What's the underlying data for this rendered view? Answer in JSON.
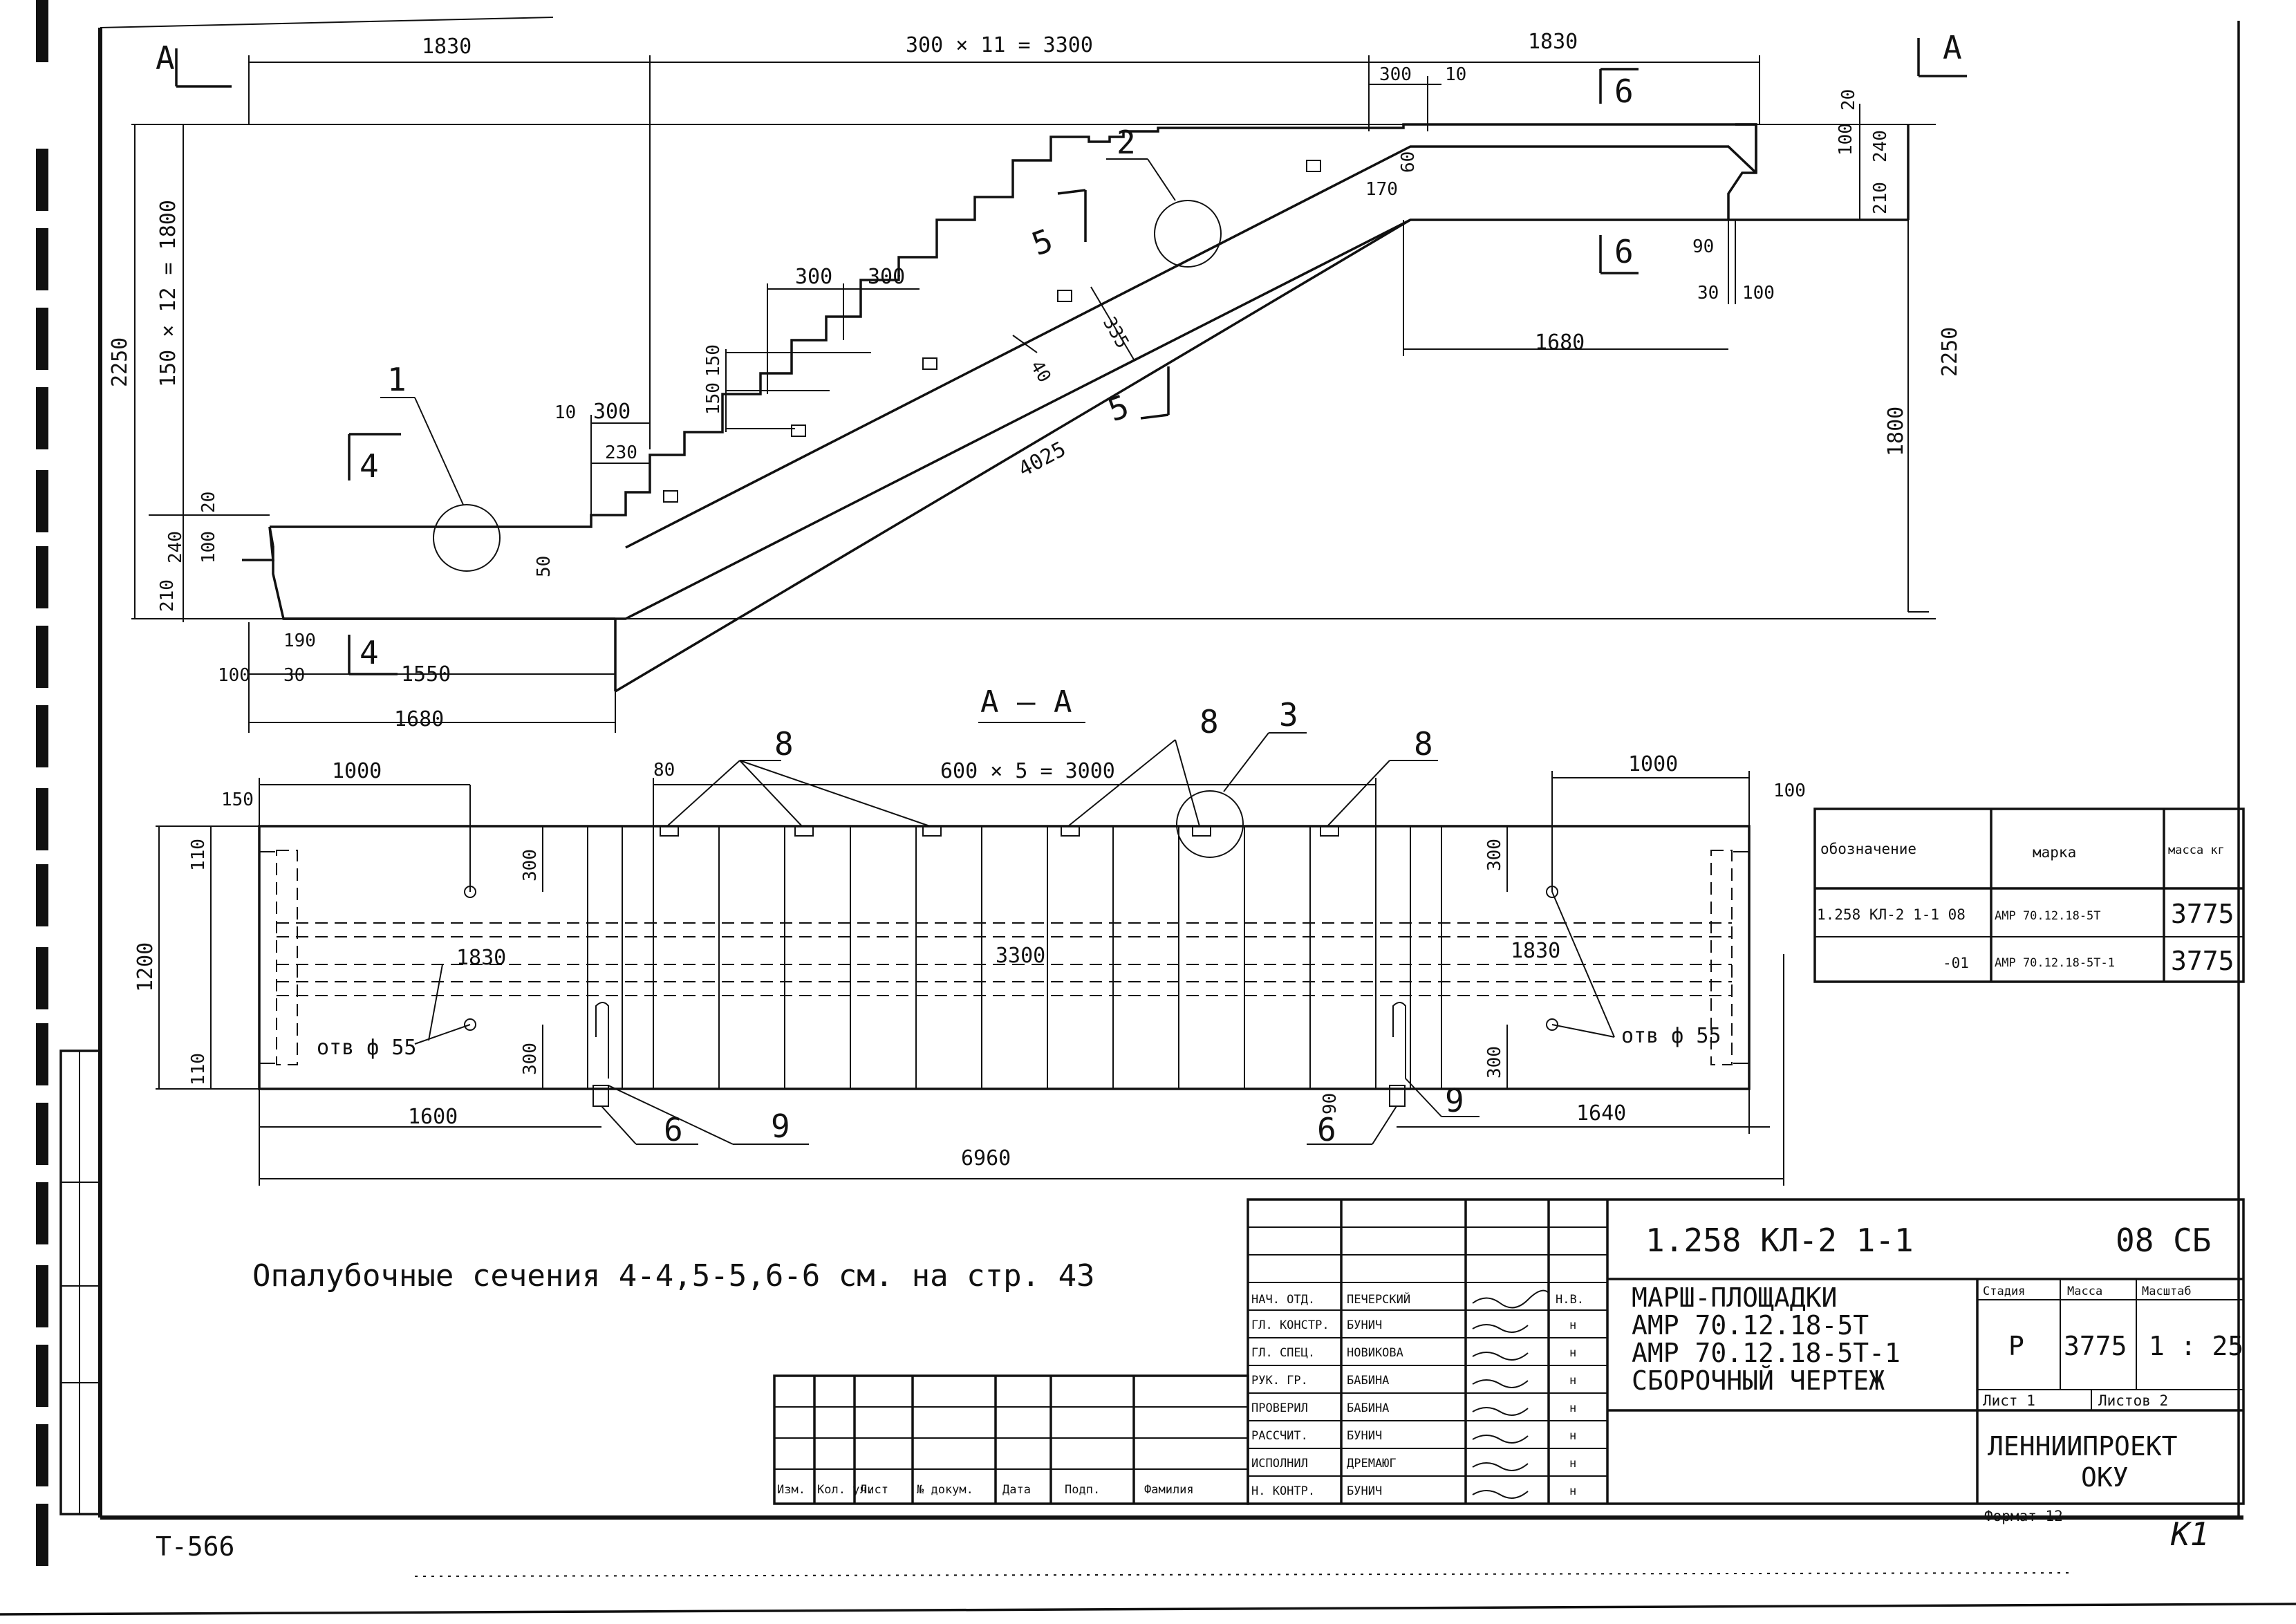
{
  "section_mark": "А",
  "elevation": {
    "top_dims": {
      "left": "1830",
      "middle": "300 × 11 = 3300",
      "right": "1830",
      "r300": "300",
      "r10": "10"
    },
    "left_vertical": {
      "overall": "2250",
      "stairs": "150 × 12 = 1800",
      "d20": "20",
      "d240": "240",
      "d100": "100",
      "d210": "210"
    },
    "left_bottom": {
      "d190": "190",
      "d30": "30",
      "d100": "100",
      "d1550": "1550",
      "d1680": "1680",
      "d50": "50"
    },
    "steps": {
      "d10": "10",
      "d300": "300",
      "d230": "230",
      "d300a": "300",
      "d300b": "300",
      "d150a": "150",
      "d150b": "150"
    },
    "flight": {
      "d40": "40",
      "d335": "335",
      "d4025": "4025",
      "d60": "60",
      "d170": "170"
    },
    "right_vertical": {
      "d20": "20",
      "d100": "100",
      "d240": "240",
      "d210": "210",
      "d2250": "2250",
      "d1800": "1800",
      "d90": "90",
      "d30": "30",
      "d100b": "100",
      "d1680": "1680"
    },
    "callouts": {
      "c1": "1",
      "c2": "2",
      "s4": "4",
      "s5": "5",
      "s6": "6"
    }
  },
  "plan": {
    "title": "А — А",
    "top_dims": {
      "left": "1000",
      "middle": "600 × 5 = 3000",
      "right": "1000",
      "d80": "80",
      "d150": "150",
      "d100": "100"
    },
    "left_vertical": {
      "d110a": "110",
      "d1200": "1200",
      "d110b": "110"
    },
    "inner": {
      "d300a": "300",
      "d300b": "300",
      "d300c": "300",
      "d300d": "300",
      "l1830": "1830",
      "c3300": "3300",
      "r1830": "1830",
      "hole_l": "отв ф 55",
      "hole_r": "отв ф 55"
    },
    "bottom_dims": {
      "d1600": "1600",
      "d6960": "6960",
      "d90": "90",
      "d1640": "1640"
    },
    "callouts": {
      "c3": "3",
      "c8a": "8",
      "c8b": "8",
      "c8c": "8",
      "c9a": "9",
      "c9b": "9",
      "c6a": "6",
      "c6b": "6"
    }
  },
  "note": "Опалубочные сечения 4-4,5-5,6-6 см. на стр. 43",
  "spec_table": {
    "headers": [
      "обозначение",
      "марка",
      "масса кг"
    ],
    "rows": [
      [
        "1.258 КЛ-2 1-1 08",
        "АМР 70.12.18-5Т",
        "3775"
      ],
      [
        "-01",
        "АМР 70.12.18-5Т-1",
        "3775"
      ]
    ]
  },
  "title_block": {
    "doc_code": "1.258 КЛ-2   1-1",
    "doc_suffix": "08 СБ",
    "name_lines": [
      "МАРШ-ПЛОЩАДКИ",
      "АМР 70.12.18-5Т",
      "АМР 70.12.18-5Т-1",
      "СБОРОЧНЫЙ ЧЕРТЕЖ"
    ],
    "stage_headers": [
      "Стадия",
      "Масса",
      "Масштаб"
    ],
    "stage_values": [
      "Р",
      "3775",
      "1 : 25"
    ],
    "sheet": "Лист 1",
    "sheets": "Листов 2",
    "org_line1": "ЛЕННИИПРОЕКТ",
    "org_line2": "ОКУ",
    "format": "Формат 12",
    "roles": [
      "НАЧ. ОТД.",
      "ГЛ. КОНСТР.",
      "ГЛ. СПЕЦ.",
      "РУК. ГР.",
      "ПРОВЕРИЛ",
      "РАССЧИТ.",
      "ИСПОЛНИЛ",
      "Н. КОНТР."
    ],
    "names": [
      "ПЕЧЕРСКИЙ",
      "БУНИЧ",
      "НОВИКОВА",
      "БАБИНА",
      "БАБИНА",
      "БУНИЧ",
      "ДРЕМАЮГ",
      "БУНИЧ"
    ],
    "marks": [
      "Н.В.",
      "н",
      "н",
      "н",
      "н",
      "н",
      "н",
      "н"
    ],
    "rev_headers": [
      "Изм.",
      "Кол. уч.",
      "Лист",
      "№ докум.",
      "Дата",
      "Подп.",
      "Фамилия"
    ]
  },
  "corner_code": "Т-566",
  "corner_mark": "К1"
}
